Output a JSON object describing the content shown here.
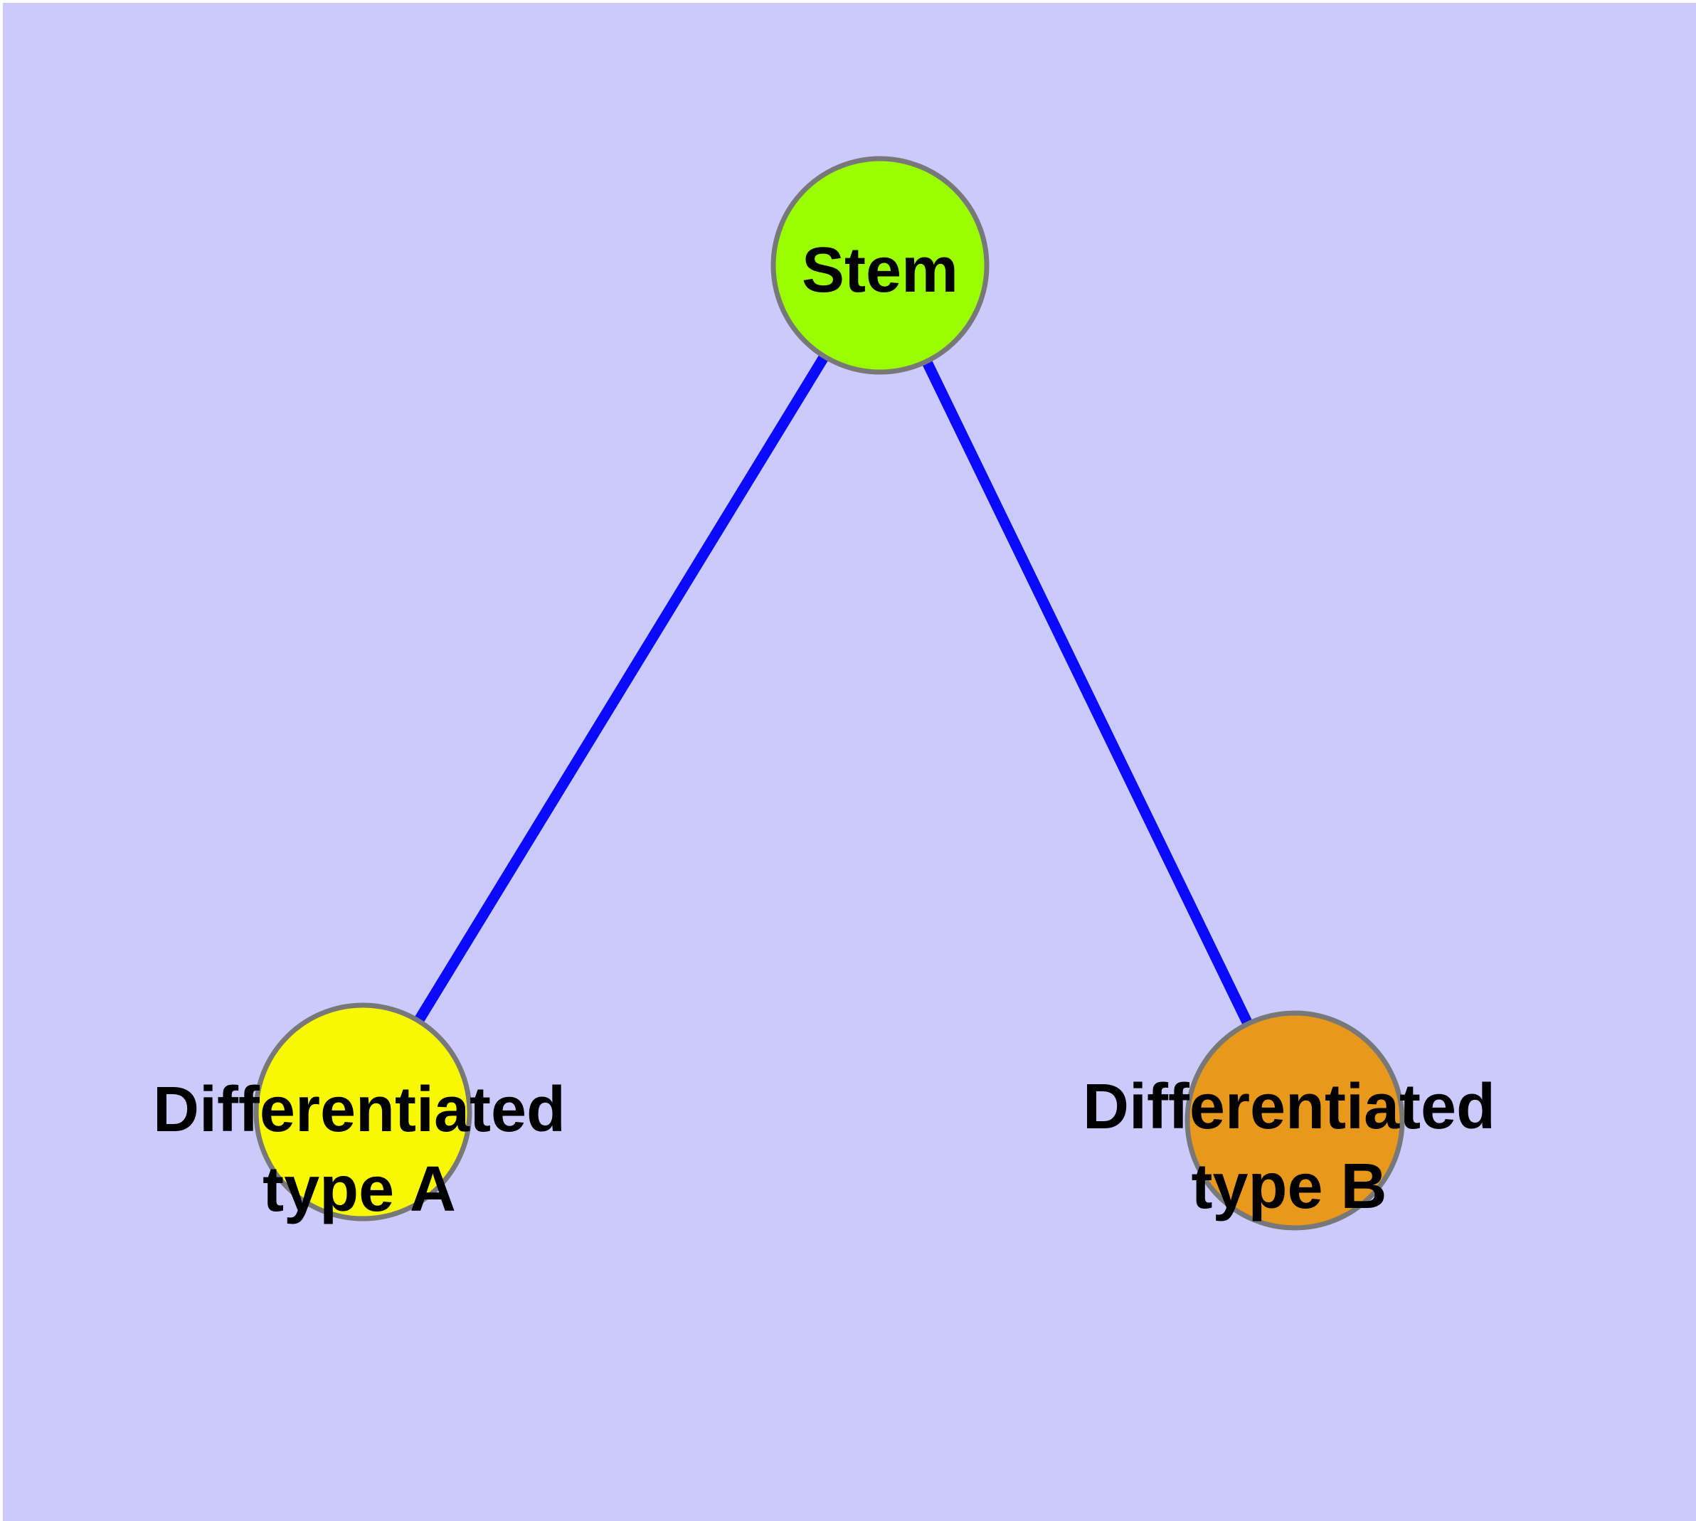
{
  "diagram": {
    "type": "graph",
    "description": "Stem cell differentiation tree: one stem node connected to two differentiated cell-type nodes",
    "background_color": "#cacafc",
    "margin_color": "#ffffff",
    "edge_color": "#0a0aff",
    "node_border_color": "#787878",
    "label_color": "#000000",
    "nodes": [
      {
        "id": "stem",
        "label": "Stem",
        "fill": "#9afe01"
      },
      {
        "id": "type-a",
        "label_line1": "Differentiated",
        "label_line2": "type A",
        "fill": "#f8f800"
      },
      {
        "id": "type-b",
        "label_line1": "Differentiated",
        "label_line2": "type B",
        "fill": "#e8991c"
      }
    ],
    "edges": [
      {
        "from": "Stem",
        "to": "Differentiated type A"
      },
      {
        "from": "Stem",
        "to": "Differentiated type B"
      }
    ]
  }
}
